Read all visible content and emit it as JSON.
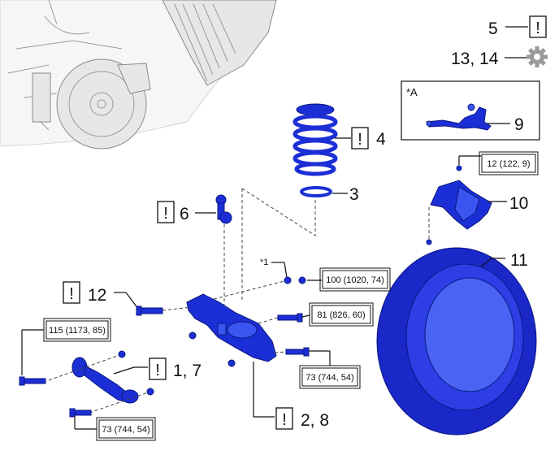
{
  "callouts": {
    "c5": "5",
    "c13_14": "13, 14",
    "c4": "4",
    "c3": "3",
    "c6": "6",
    "c9": "9",
    "c10": "10",
    "c11": "11",
    "c12": "12",
    "c1_7": "1, 7",
    "c2_8": "2, 8",
    "star1": "*1",
    "starA": "*A"
  },
  "torques": {
    "t12_122_9": "12 (122, 9)",
    "t100": "100 (1020, 74)",
    "t81": "81 (826, 60)",
    "t115": "115 (1173, 85)",
    "t73a": "73 (744, 54)",
    "t73b": "73 (744, 54)"
  },
  "symbols": {
    "caution": "!"
  },
  "icons": {
    "caution": "caution-box-icon",
    "gear": "gear-icon"
  },
  "colors": {
    "part_blue": "#1c2fd6",
    "line": "#111111",
    "sketch_gray": "#9a9a9a"
  }
}
